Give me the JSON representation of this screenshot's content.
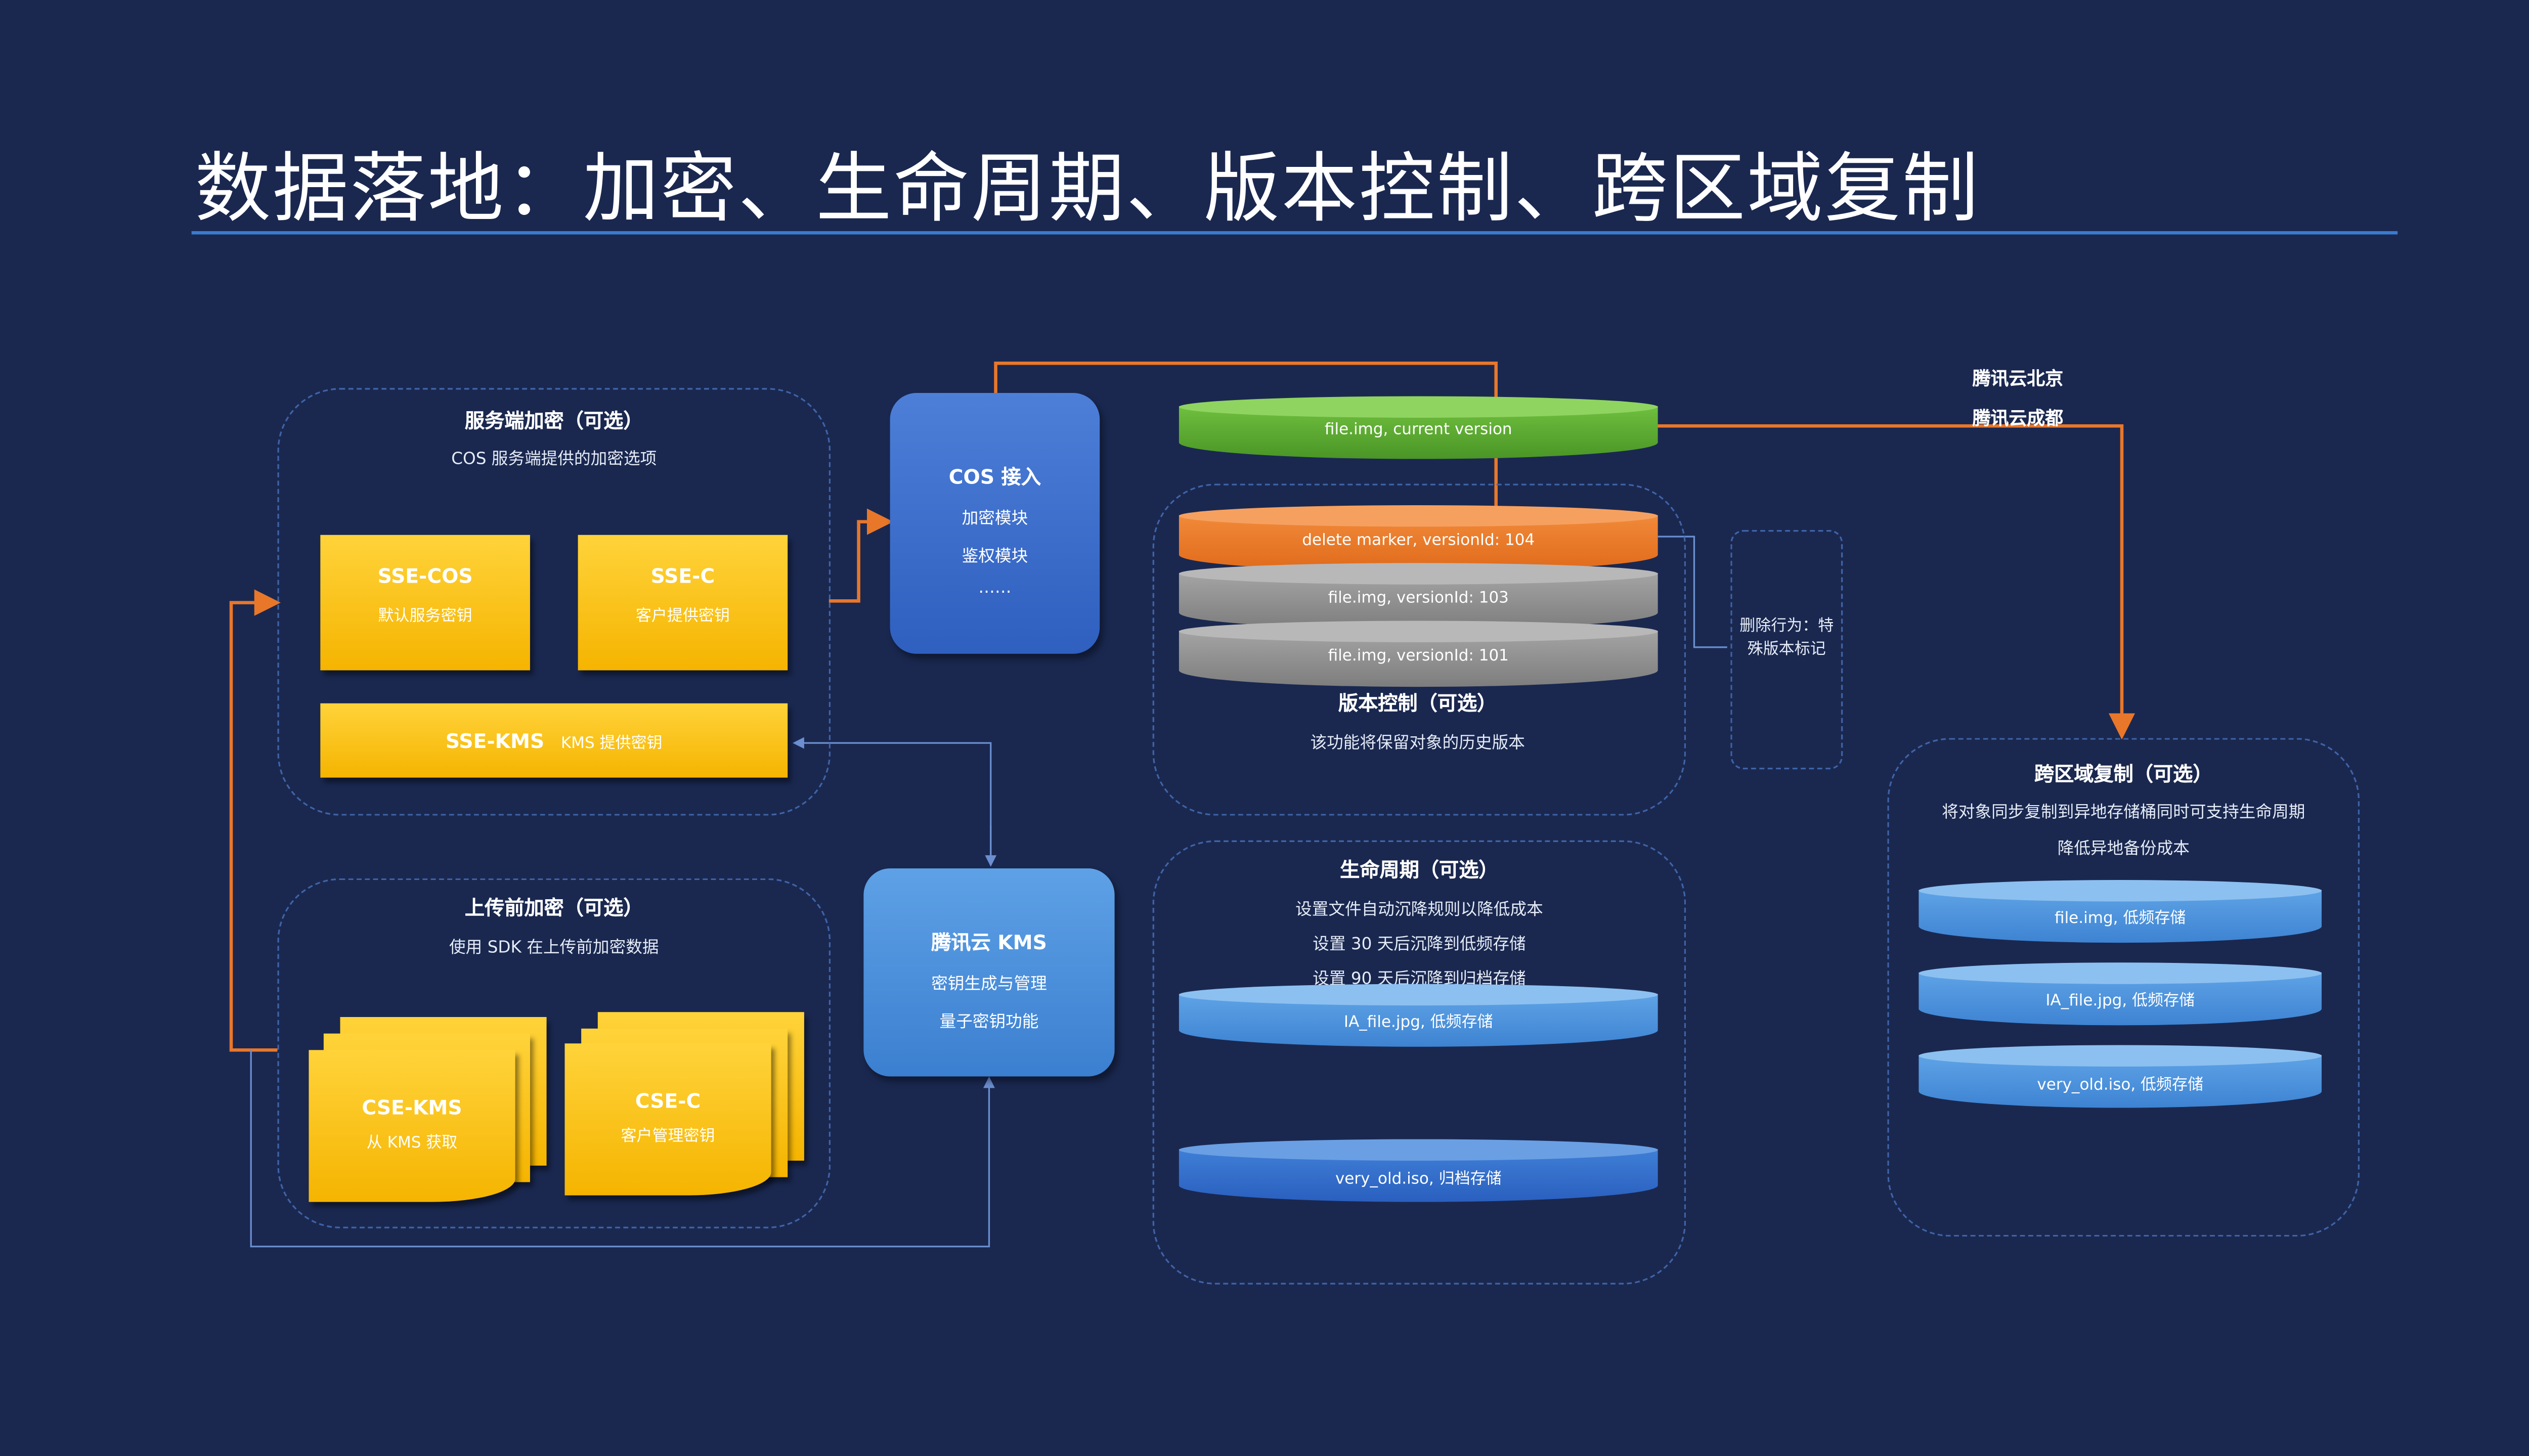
{
  "title": "数据落地：加密、生命周期、版本控制、跨区域复制",
  "sse_group": {
    "title": "服务端加密（可选）",
    "subtitle": "COS 服务端提供的加密选项"
  },
  "sse_cos": {
    "title": "SSE-COS",
    "sub": "默认服务密钥"
  },
  "sse_c": {
    "title": "SSE-C",
    "sub": "客户提供密钥"
  },
  "sse_kms": {
    "title": "SSE-KMS",
    "sub": "KMS 提供密钥"
  },
  "cse_group": {
    "title": "上传前加密（可选）",
    "subtitle": "使用 SDK 在上传前加密数据"
  },
  "cse_kms": {
    "title": "CSE-KMS",
    "sub": "从 KMS 获取"
  },
  "cse_c": {
    "title": "CSE-C",
    "sub": "客户管理密钥"
  },
  "cos_access": {
    "title": "COS 接入",
    "lines": [
      "加密模块",
      "鉴权模块",
      "……"
    ]
  },
  "tencent_kms": {
    "title": "腾讯云 KMS",
    "lines": [
      "密钥生成与管理",
      "量子密钥功能"
    ]
  },
  "versioning": {
    "current": "file.img, current version",
    "delete_marker": "delete marker, versionId: 104",
    "v103": "file.img, versionId: 103",
    "v101": "file.img, versionId: 101",
    "title": "版本控制（可选）",
    "subtitle": "该功能将保留对象的历史版本"
  },
  "delete_note": "删除行为：特殊版本标记",
  "lifecycle": {
    "title": "生命周期（可选）",
    "lines": [
      "设置文件自动沉降规则以降低成本",
      "设置 30 天后沉降到低频存储",
      "设置 90 天后沉降到归档存储"
    ],
    "ia_file": "IA_file.jpg, 低频存储",
    "very_old": "very_old.iso, 归档存储"
  },
  "regions": {
    "beijing": "腾讯云北京",
    "chengdu": "腾讯云成都"
  },
  "replication": {
    "title": "跨区域复制（可选）",
    "lines": [
      "将对象同步复制到异地存储桶同时可支持生命周期",
      "降低异地备份成本"
    ],
    "items": [
      "file.img, 低频存储",
      "IA_file.jpg, 低频存储",
      "very_old.iso, 低频存储"
    ]
  },
  "colors": {
    "background": "#1a2850",
    "accent_orange": "#e8772a",
    "note_yellow": "#f5b400",
    "disk_blue": "#4a90d9",
    "disk_green": "#5aa632",
    "disk_gray": "#8d8d8d"
  }
}
